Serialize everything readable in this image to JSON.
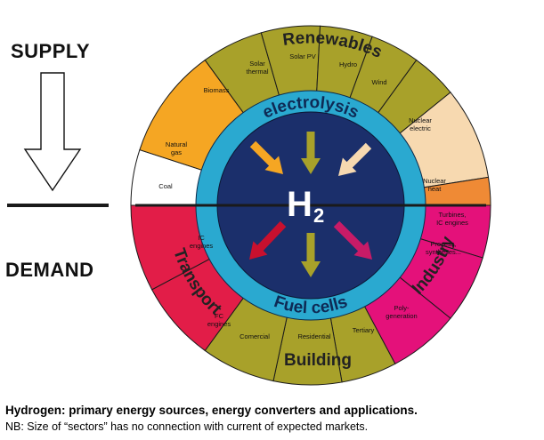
{
  "labels": {
    "supply": "SUPPLY",
    "demand": "DEMAND",
    "hydrogen": "H",
    "hydrogen_sub": "2",
    "electrolysis": "electrolysis",
    "fuel_cells": "Fuel cells",
    "renewables": "Renewables",
    "transport": "Transport",
    "industry": "Industry",
    "building": "Building"
  },
  "supply_sectors": [
    {
      "id": "coal",
      "label": "Coal",
      "color": "#ffffff"
    },
    {
      "id": "natural-gas",
      "label": "Natural gas",
      "color": "#f5a623"
    },
    {
      "id": "biomass",
      "label": "Biomass",
      "color": "#a8a12a"
    },
    {
      "id": "solar-thermal",
      "label": "Solar thermal",
      "color": "#a8a12a"
    },
    {
      "id": "solar-pv",
      "label": "Solar PV",
      "color": "#a8a12a"
    },
    {
      "id": "hydro",
      "label": "Hydro",
      "color": "#a8a12a"
    },
    {
      "id": "wind",
      "label": "Wind",
      "color": "#a8a12a"
    },
    {
      "id": "nuclear-electric",
      "label": "Nuclear electric",
      "color": "#f7d9b0"
    },
    {
      "id": "nuclear-heat",
      "label": "Nuclear heat",
      "color": "#ef8a35"
    }
  ],
  "demand_sectors": [
    {
      "id": "turbines",
      "label": "Turbines, IC engines",
      "color": "#e4117a"
    },
    {
      "id": "process",
      "label": "Process, syntheses...",
      "color": "#e4117a"
    },
    {
      "id": "poly-generation",
      "label": "Poly- generation",
      "color": "#e4117a"
    },
    {
      "id": "tertiary",
      "label": "Tertiary",
      "color": "#a8a12a"
    },
    {
      "id": "residential",
      "label": "Residential",
      "color": "#a8a12a"
    },
    {
      "id": "comercial",
      "label": "Comercial",
      "color": "#a8a12a"
    },
    {
      "id": "fc-engines",
      "label": "FC engines",
      "color": "#e21d48"
    },
    {
      "id": "ic-engines",
      "label": "IC engines",
      "color": "#e21d48"
    }
  ],
  "colors": {
    "core": "#1b2f6b",
    "ring": "#2aa9d0",
    "arrow_green": "#a8a12a",
    "arrow_orange": "#f5a623",
    "arrow_peach": "#f7d9b0",
    "arrow_red": "#c8102e",
    "arrow_magenta": "#c81b67",
    "divider": "#1a1a1a"
  },
  "caption": {
    "title": "Hydrogen: primary energy sources, energy converters and applications.",
    "note": "NB: Size of “sectors” has no connection with current of expected markets."
  }
}
